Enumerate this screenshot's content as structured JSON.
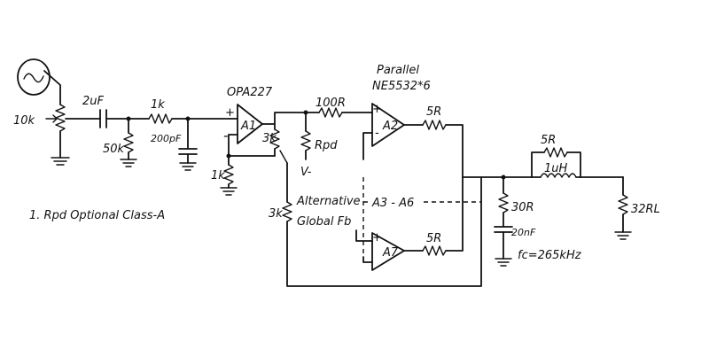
{
  "labels": {
    "pot": "10k",
    "cap_in": "2uF",
    "res_in": "1k",
    "res_shunt": "50k",
    "cap_filter": "200pF",
    "opamp_a1_part": "OPA227",
    "opamp_a1": "A1",
    "res_fb1": "3k",
    "res_gnd": "1k",
    "res_series": "100R",
    "rpd": "Rpd",
    "vminus": "V-",
    "parallel": "Parallel",
    "ne5532": "NE5532*6",
    "opamp_a2": "A2",
    "res_out_a2": "5R",
    "res_global": "3k",
    "alt_line1": "Alternative",
    "alt_line2": "Global Fb",
    "a3_a6": "A3 - A6",
    "opamp_a7": "A7",
    "res_out_a7": "5R",
    "res_parallel_l": "5R",
    "inductor": "1uH",
    "res_zobel": "30R",
    "cap_zobel": "20nF",
    "fc": "fc=265kHz",
    "load": "32RL",
    "note": "1. Rpd Optional Class-A",
    "plus": "+",
    "minus": "-"
  }
}
